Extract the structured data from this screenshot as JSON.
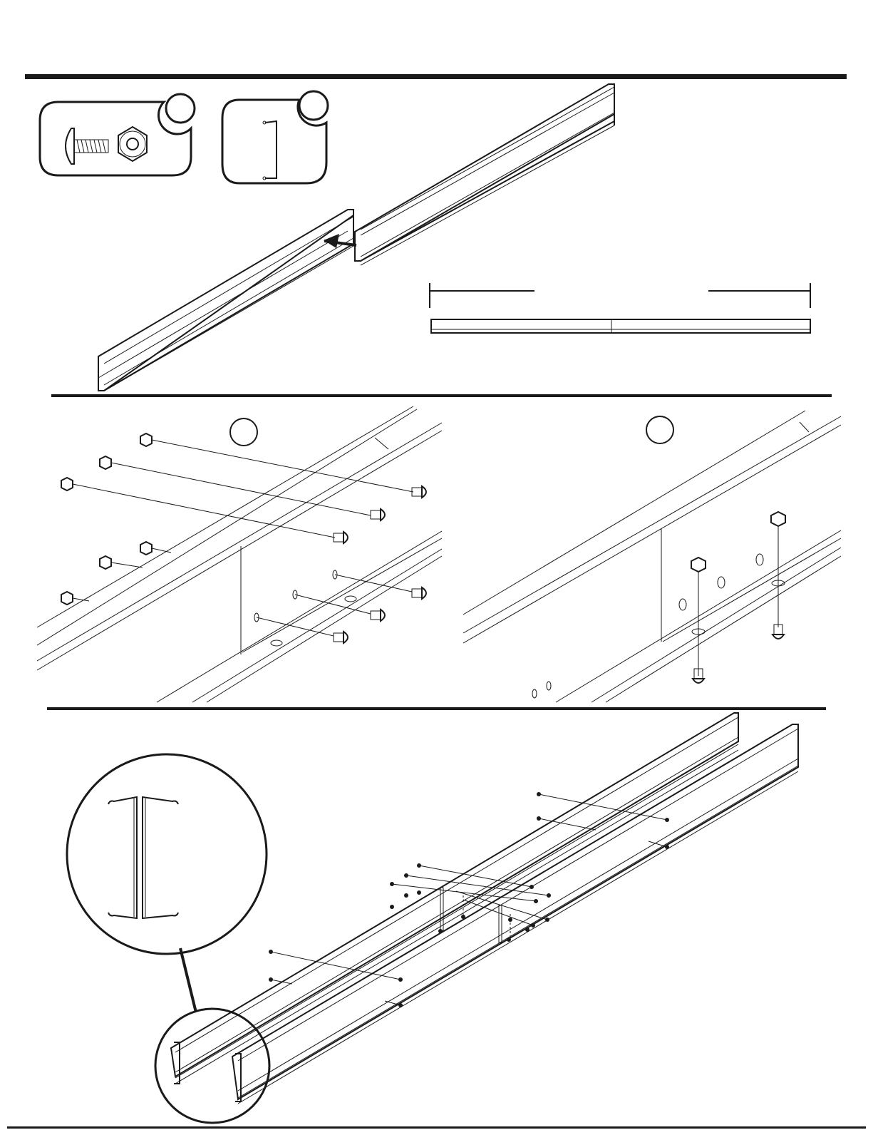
{
  "page": {
    "title": "",
    "steps": [
      {
        "id": "step-a",
        "label": ""
      },
      {
        "id": "step-b",
        "label": ""
      },
      {
        "id": "step-c",
        "label": ""
      }
    ]
  },
  "hardware": [
    {
      "part": "bolt-and-nut",
      "tag": ""
    },
    {
      "part": "channel-rail",
      "tag": ""
    }
  ],
  "detail_callouts": [
    {
      "id": "detail-left",
      "tag": ""
    },
    {
      "id": "detail-right",
      "tag": ""
    }
  ],
  "colors": {
    "ink": "#1a1a1a",
    "paper": "#ffffff"
  },
  "icons": [
    "screw-icon",
    "hex-nut-icon",
    "channel-profile-icon",
    "arrow-icon",
    "magnifier-callout-icon"
  ]
}
